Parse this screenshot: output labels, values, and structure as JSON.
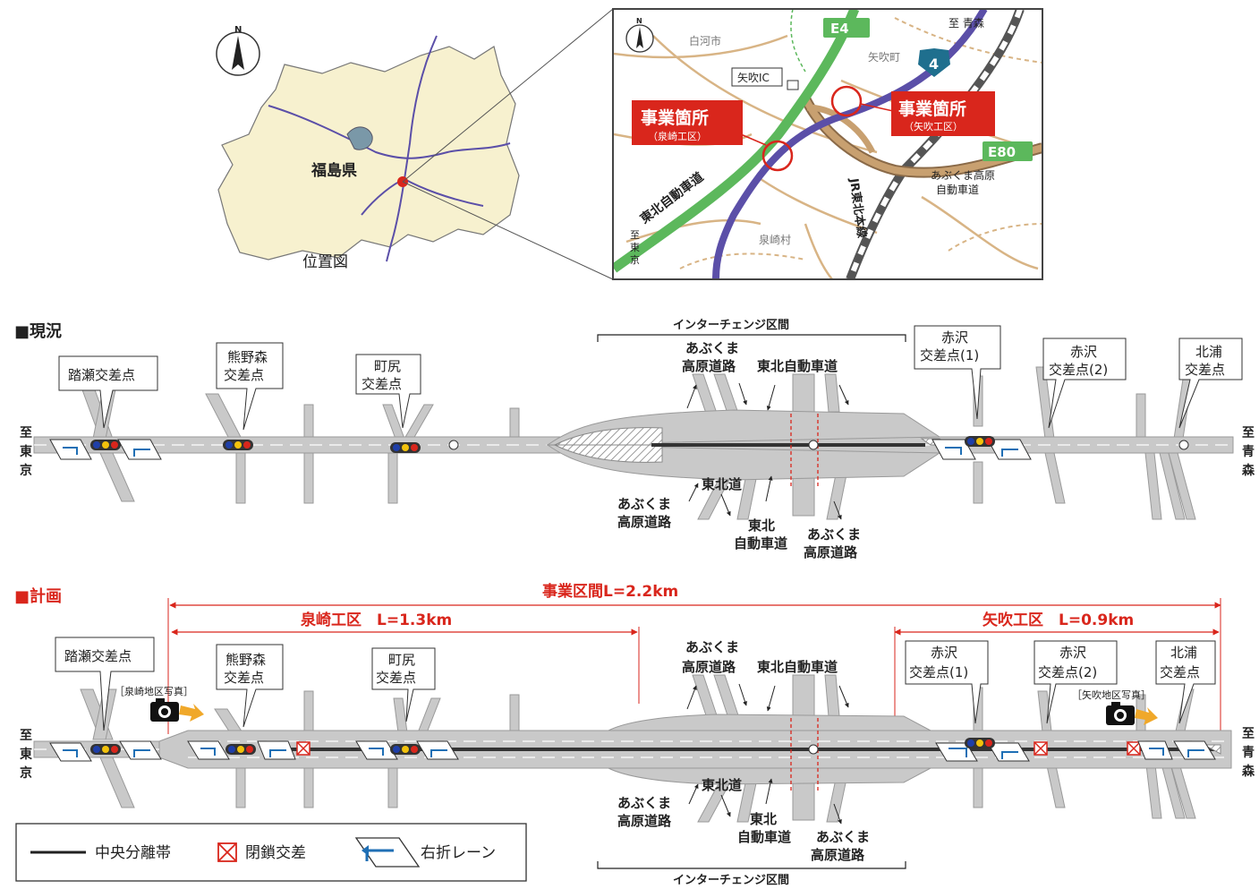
{
  "location_map": {
    "prefecture": "福島県",
    "caption": "位置図",
    "north": "N"
  },
  "detail_map": {
    "north": "N",
    "road_e4": "E4",
    "road_e80": "E80",
    "route4": "4",
    "to_aomori": "至 青森",
    "to_tokyo": "至東京",
    "shirakawa": "白河市",
    "yabuki_town": "矢吹町",
    "yabuki_ic": "矢吹IC",
    "izumizaki_village": "泉崎村",
    "tohoku_expressway": "東北自動車道",
    "abukuma_expressway_1": "あぶくま高原",
    "abukuma_expressway_2": "自動車道",
    "jr_line": "JR東北本線",
    "project_izumizaki": "事業箇所",
    "project_izumizaki_sub": "（泉崎工区）",
    "project_yabuki": "事業箇所",
    "project_yabuki_sub": "（矢吹工区）"
  },
  "current": {
    "heading": "■現況",
    "ic_section": "インターチェンジ区間",
    "to_tokyo": "至東京",
    "to_aomori": "至青森",
    "intersections": {
      "fumise": "踏瀬交差点",
      "kumanomori_1": "熊野森",
      "kumanomori_2": "交差点",
      "machijiri_1": "町尻",
      "machijiri_2": "交差点",
      "akazawa1_1": "赤沢",
      "akazawa1_2": "交差点(1)",
      "akazawa2_1": "赤沢",
      "akazawa2_2": "交差点(2)",
      "kitaura_1": "北浦",
      "kitaura_2": "交差点"
    },
    "roads": {
      "abukuma_top_1": "あぶくま",
      "abukuma_top_2": "高原道路",
      "tohoku_top": "東北自動車道",
      "tohokudo": "東北道",
      "abukuma_bl_1": "あぶくま",
      "abukuma_bl_2": "高原道路",
      "tohoku_bottom_1": "東北",
      "tohoku_bottom_2": "自動車道",
      "abukuma_br_1": "あぶくま",
      "abukuma_br_2": "高原道路"
    }
  },
  "plan": {
    "heading": "■計画",
    "project_section": "事業区間L=2.2km",
    "izumizaki_section": "泉崎工区　L=1.3km",
    "yabuki_section": "矢吹工区　L=0.9km",
    "photo_izumizaki": "［泉崎地区写真］",
    "photo_yabuki": "［矢吹地区写真］",
    "ic_section": "インターチェンジ区間",
    "to_tokyo": "至東京",
    "to_aomori": "至青森",
    "intersections": {
      "fumise": "踏瀬交差点",
      "kumanomori_1": "熊野森",
      "kumanomori_2": "交差点",
      "machijiri_1": "町尻",
      "machijiri_2": "交差点",
      "akazawa1_1": "赤沢",
      "akazawa1_2": "交差点(1)",
      "akazawa2_1": "赤沢",
      "akazawa2_2": "交差点(2)",
      "kitaura_1": "北浦",
      "kitaura_2": "交差点"
    },
    "roads": {
      "abukuma_top_1": "あぶくま",
      "abukuma_top_2": "高原道路",
      "tohoku_top": "東北自動車道",
      "tohokudo": "東北道",
      "abukuma_bl_1": "あぶくま",
      "abukuma_bl_2": "高原道路",
      "tohoku_bottom_1": "東北",
      "tohoku_bottom_2": "自動車道",
      "abukuma_br_1": "あぶくま",
      "abukuma_br_2": "高原道路"
    }
  },
  "legend": {
    "median": "中央分離帯",
    "closed": "閉鎖交差",
    "right_turn": "右折レーン"
  },
  "colors": {
    "accent_red": "#d9261c",
    "expressway_green": "#5cb85c",
    "route_purple": "#5b4fa8",
    "road_gray": "#c9c9c9",
    "prefecture_fill": "#f7f1cf",
    "lane_blue": "#1f6fb5"
  }
}
